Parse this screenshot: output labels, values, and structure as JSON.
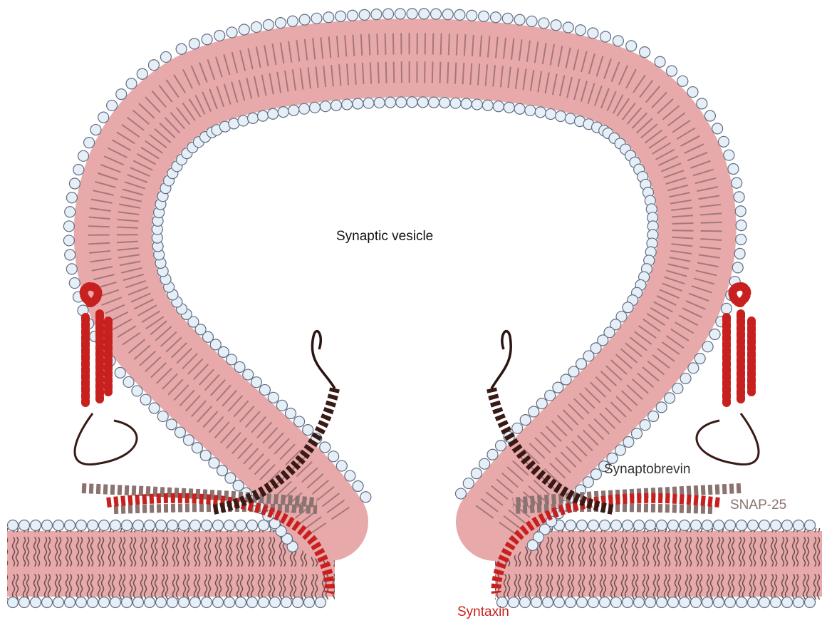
{
  "labels": {
    "vesicle": "Synaptic vesicle",
    "synaptobrevin": "Synaptobrevin",
    "snap25": "SNAP-25",
    "syntaxin": "Syntaxin"
  },
  "colors": {
    "bilayer_core": "#e8a9aa",
    "lipid_head_fill": "#e6eef7",
    "lipid_head_stroke": "#5f6e80",
    "lipid_tail": "#6d5052",
    "syntaxin": "#c8201e",
    "synaptobrevin": "#3a1a16",
    "snap25": "#8a7370"
  }
}
